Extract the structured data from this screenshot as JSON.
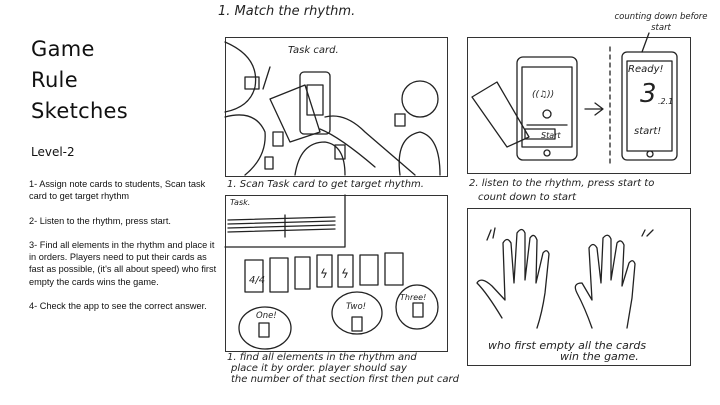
{
  "slide": {
    "title_lines": [
      "Game",
      "Rule",
      "Sketches"
    ],
    "level": "Level-2",
    "rules": [
      "1- Assign note cards to students, Scan task card to get target rhythm",
      "2- Listen to the rhythm, press start.",
      "3- Find all elements in the rhythm and place it in orders. Players need to put their cards as fast as possible, (it's all about speed) who first empty the cards wins the game.",
      "4- Check the app to see the correct answer."
    ]
  },
  "sketches": {
    "heading": "1. Match the rhythm.",
    "panel1": {
      "label": "Task card.",
      "caption": "1. Scan Task card to get target rhythm."
    },
    "panel2": {
      "note": "counting down before start",
      "phone_button": "Start",
      "ready": "Ready!",
      "count": "3",
      "count_small": ".2.1",
      "start": "start!",
      "caption_l1": "2. listen to the rhythm, press start to",
      "caption_l2": "count down to start"
    },
    "panel3": {
      "task_label": "Task.",
      "bubbles": [
        "One!",
        "Two!",
        "Three!"
      ],
      "caption_l1": "1. find all elements in the rhythm and",
      "caption_l2": "place it by order. player should say",
      "caption_l3": "the number of that section first then put card"
    },
    "panel4": {
      "caption_l1": "who first empty all the cards",
      "caption_l2": "win the game."
    }
  }
}
